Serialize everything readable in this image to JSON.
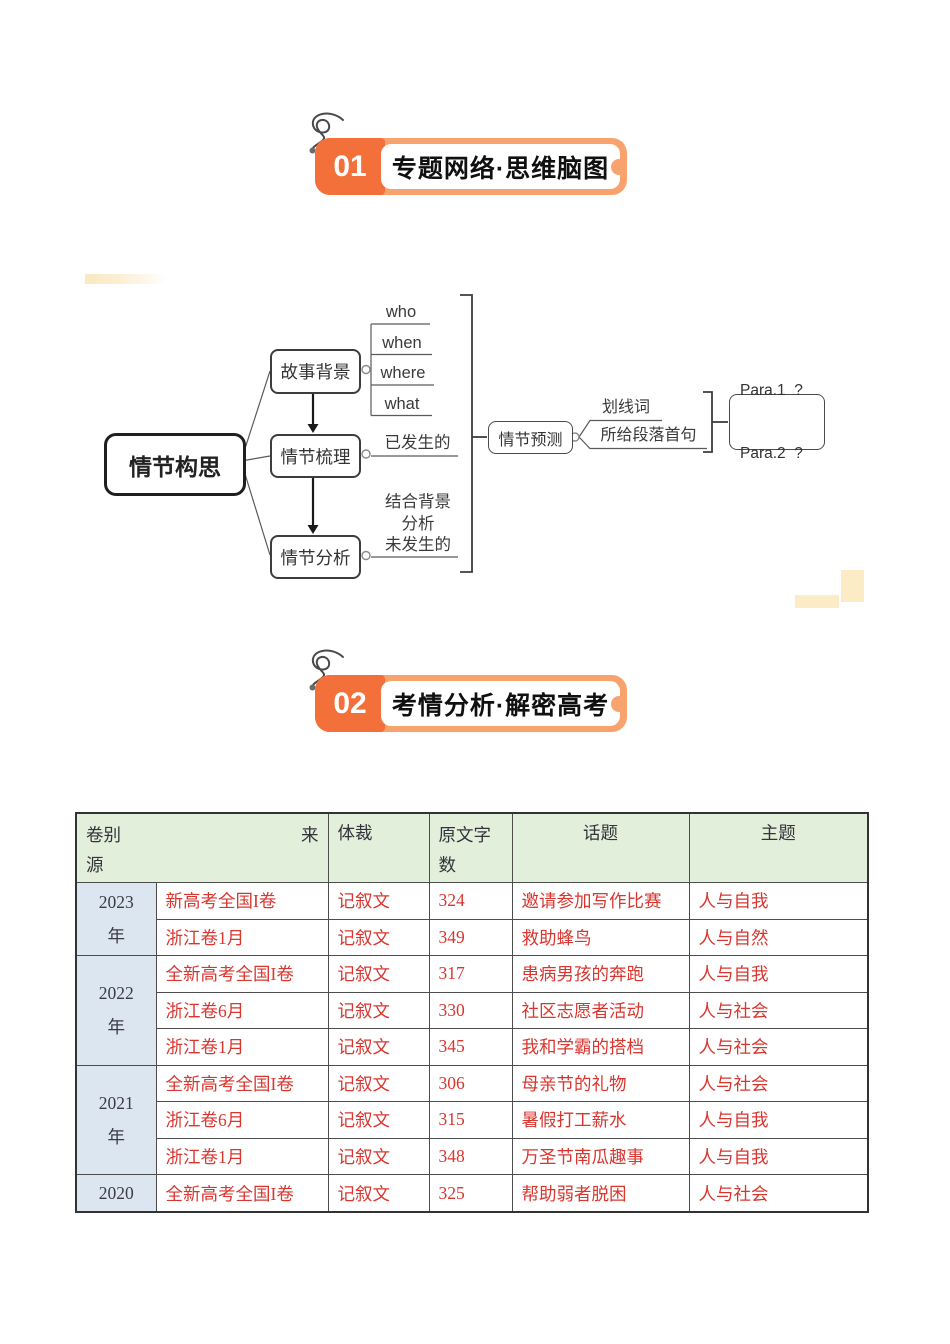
{
  "sections": [
    {
      "number": "01",
      "title": "专题网络·思维脑图"
    },
    {
      "number": "02",
      "title": "考情分析·解密高考"
    }
  ],
  "mindmap": {
    "root": "情节构思",
    "node_background": "故事背景",
    "node_sorting": "情节梳理",
    "node_analysis": "情节分析",
    "node_prediction": "情节预测",
    "background_children": [
      "who",
      "when",
      "where",
      "what"
    ],
    "sorting_child": "已发生的",
    "analysis_child_lines": [
      "结合背景",
      "分析",
      "未发生的"
    ],
    "prediction_children": [
      "划线词",
      "所给段落首句"
    ],
    "result_lines": [
      "Para.1  ?",
      "Para.2  ?"
    ]
  },
  "table": {
    "header": {
      "source_group": {
        "top_left": "卷别",
        "top_right": "来",
        "bottom": "源"
      },
      "genre": "体裁",
      "word_count_lines": [
        "原文字",
        "数"
      ],
      "topic": "话题",
      "theme": "主题"
    },
    "groups": [
      {
        "year_lines": [
          "2023",
          "年"
        ],
        "rows": [
          {
            "source": "新高考全国I卷",
            "genre": "记叙文",
            "words": "324",
            "topic": "邀请参加写作比赛",
            "theme": "人与自我"
          },
          {
            "source": "浙江卷1月",
            "genre": "记叙文",
            "words": "349",
            "topic": "救助蜂鸟",
            "theme": "人与自然"
          }
        ]
      },
      {
        "year_lines": [
          "2022",
          "年"
        ],
        "rows": [
          {
            "source": "全新高考全国I卷",
            "genre": "记叙文",
            "words": "317",
            "topic": "患病男孩的奔跑",
            "theme": "人与自我"
          },
          {
            "source": "浙江卷6月",
            "genre": "记叙文",
            "words": "330",
            "topic": "社区志愿者活动",
            "theme": "人与社会"
          },
          {
            "source": "浙江卷1月",
            "genre": "记叙文",
            "words": "345",
            "topic": "我和学霸的搭档",
            "theme": "人与社会"
          }
        ]
      },
      {
        "year_lines": [
          "2021",
          "年"
        ],
        "rows": [
          {
            "source": "全新高考全国I卷",
            "genre": "记叙文",
            "words": "306",
            "topic": "母亲节的礼物",
            "theme": "人与社会"
          },
          {
            "source": "浙江卷6月",
            "genre": "记叙文",
            "words": "315",
            "topic": "暑假打工薪水",
            "theme": "人与自我"
          },
          {
            "source": "浙江卷1月",
            "genre": "记叙文",
            "words": "348",
            "topic": "万圣节南瓜趣事",
            "theme": "人与自我"
          }
        ]
      },
      {
        "year_lines": [
          "2020"
        ],
        "rows": [
          {
            "source": "全新高考全国I卷",
            "genre": "记叙文",
            "words": "325",
            "topic": "帮助弱者脱困",
            "theme": "人与社会"
          }
        ]
      }
    ]
  },
  "colors": {
    "accent_orange": "#F4703A",
    "accent_orange_light": "#F8A36E",
    "header_green": "#E2EFDA",
    "year_blue": "#DCE6F1",
    "data_red": "#D9362F",
    "deco_yellow": "#FBECC6"
  }
}
